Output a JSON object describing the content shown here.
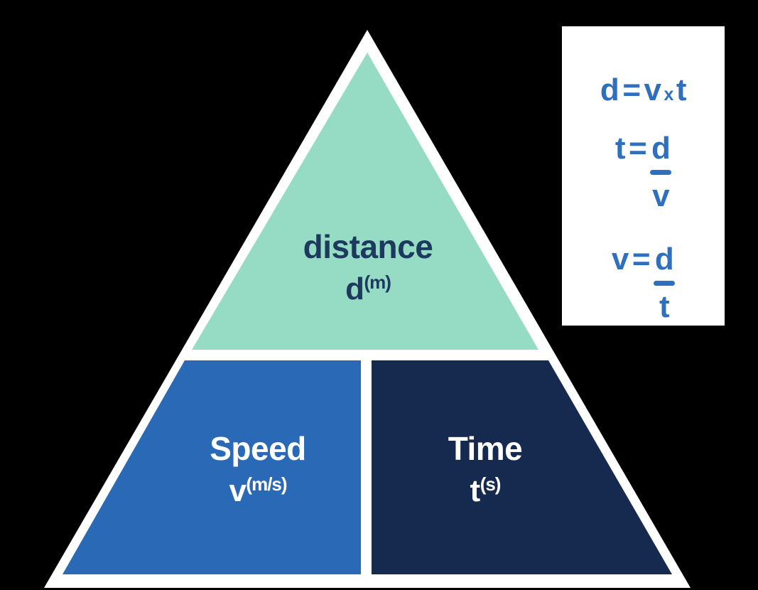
{
  "colors": {
    "background": "#000000",
    "outline_white": "#FFFFFF",
    "distance_green": "#96DCC5",
    "speed_blue": "#2A69B5",
    "time_navy": "#16294E",
    "formula_blue": "#2E6FBE",
    "distance_text": "#1D3A5E",
    "section_text": "#FFFFFF",
    "panel_background": "#FFFFFF"
  },
  "triangle": {
    "distance": {
      "label": "distance",
      "symbol": "d",
      "unit": "(m)"
    },
    "speed": {
      "label": "Speed",
      "symbol": "v",
      "unit": "(m/s)"
    },
    "time": {
      "label": "Time",
      "symbol": "t",
      "unit": "(s)"
    }
  },
  "formula_panel": {
    "product_formula": {
      "lhs": "d",
      "equals": "=",
      "factor1": "v",
      "multiply_sign": "x",
      "factor2": "t"
    },
    "time_formula": {
      "lhs": "t",
      "equals": "=",
      "numerator": "d",
      "denominator": "v"
    },
    "speed_formula": {
      "lhs": "v",
      "equals": "=",
      "numerator": "d",
      "denominator": "t"
    }
  }
}
